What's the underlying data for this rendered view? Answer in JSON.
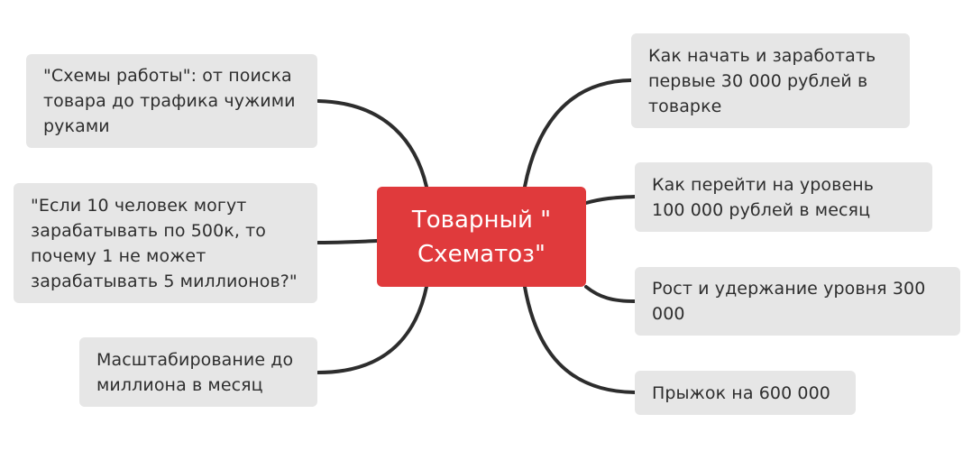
{
  "mindmap": {
    "root": {
      "label": "Товарный \"\nСхематоз\"",
      "color": "#E03A3C"
    },
    "left_branches": [
      {
        "label": "\"Схемы работы\": от поиска\nтовара до трафика чужими\nруками"
      },
      {
        "label": "\"Если 10 человек могут\nзарабатывать по 500к, то\nпочему 1 не может\nзарабатывать 5 миллионов?\""
      },
      {
        "label": "Масштабирование до\nмиллиона в месяц"
      }
    ],
    "right_branches": [
      {
        "label": "Как начать и заработать\nпервые 30 000 рублей в\nтоварке"
      },
      {
        "label": "Как перейти на уровень\n100 000 рублей в месяц"
      },
      {
        "label": "Рост и удержание уровня 300\n000"
      },
      {
        "label": "Прыжок на 600 000"
      }
    ],
    "colors": {
      "node_background": "#E6E6E6",
      "node_text": "#2E2E2E",
      "connector": "#2D2D2D",
      "root_text": "#FFFFFF"
    }
  }
}
